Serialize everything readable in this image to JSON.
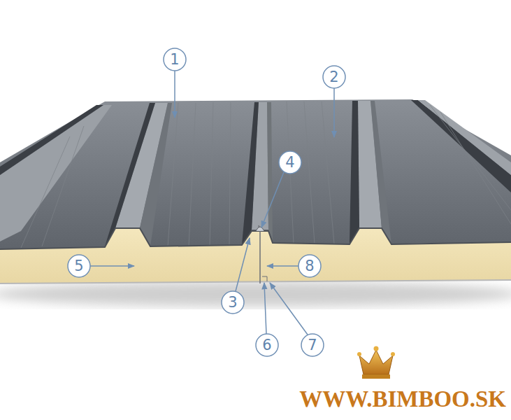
{
  "diagram": {
    "labels": [
      "1",
      "2",
      "4",
      "5",
      "8",
      "3",
      "6",
      "7",
      "WWW.BIMBOO.SK"
    ]
  }
}
